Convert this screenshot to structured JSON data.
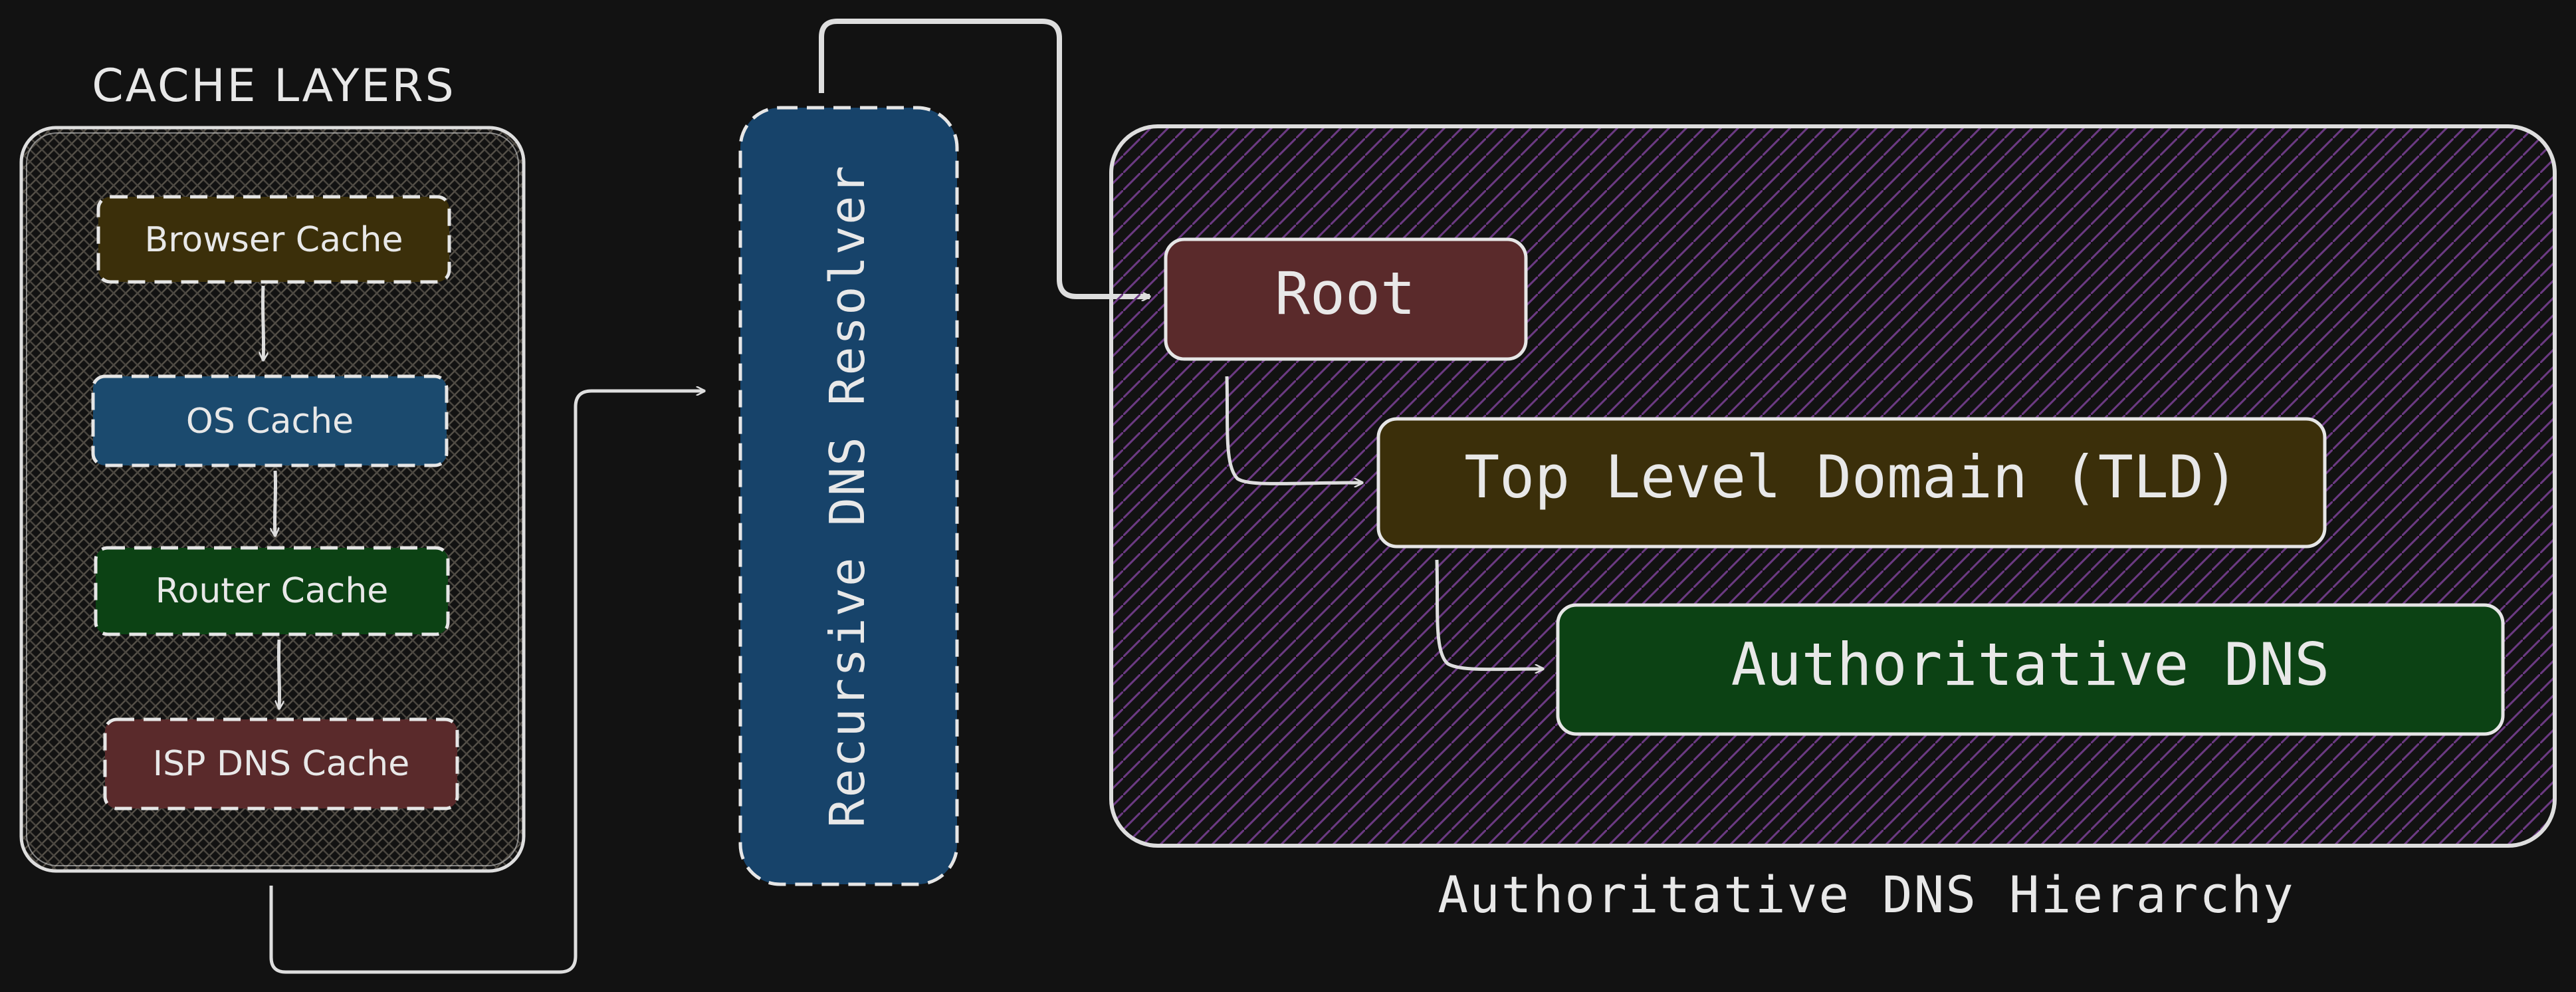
{
  "cache_layers": {
    "title": "CACHE LAYERS",
    "items": [
      {
        "label": "Browser Cache",
        "color": "#3b2f0a"
      },
      {
        "label": "OS Cache",
        "color": "#1b4a6e"
      },
      {
        "label": "Router Cache",
        "color": "#0c4214"
      },
      {
        "label": "ISP DNS Cache",
        "color": "#5a2a2b"
      }
    ]
  },
  "resolver": {
    "label": "Recursive DNS Resolver",
    "color": "#17436a"
  },
  "hierarchy": {
    "caption": "Authoritative DNS Hierarchy",
    "hatch_color": "#6c3a83",
    "nodes": [
      {
        "label": "Root",
        "color": "#5a2a2b"
      },
      {
        "label": "Top Level Domain (TLD)",
        "color": "#3b2f0a"
      },
      {
        "label": "Authoritative DNS",
        "color": "#0c4214"
      }
    ]
  },
  "colors": {
    "background": "#121212",
    "stroke": "#dedede",
    "text": "#e8e8e8"
  }
}
